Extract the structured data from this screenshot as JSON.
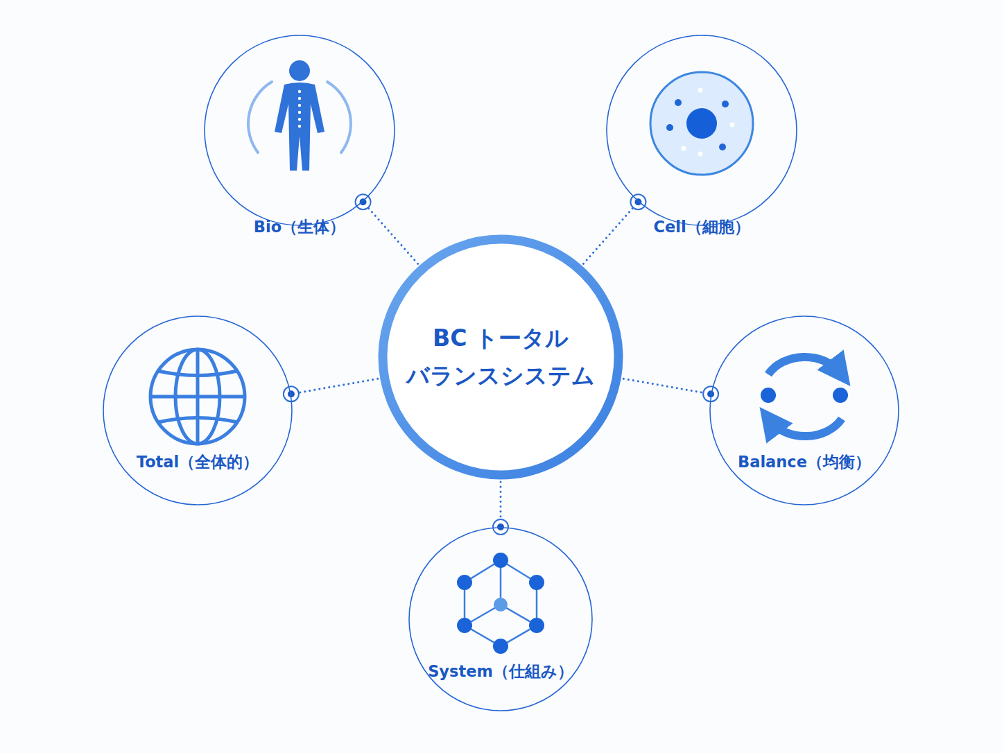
{
  "diagram": {
    "nodes": [
      {
        "text": [
          "Bio（生体）"
        ]
      },
      {
        "text": [
          "Cell（細胞）"
        ]
      },
      {
        "text": [
          "BC トータル バランスシステム"
        ]
      },
      {
        "text": [
          "Total（全体的）"
        ]
      },
      {
        "text": [
          "Balance（均衡）"
        ]
      },
      {
        "text": [
          "System（仕組み）"
        ]
      }
    ],
    "edges": [
      {
        "from": 2,
        "to": 0,
        "arrow": "none"
      },
      {
        "from": 2,
        "to": 1,
        "arrow": "none"
      },
      {
        "from": 2,
        "to": 3,
        "arrow": "none"
      },
      {
        "from": 2,
        "to": 4,
        "arrow": "none"
      },
      {
        "from": 2,
        "to": 5,
        "arrow": "none"
      }
    ]
  }
}
